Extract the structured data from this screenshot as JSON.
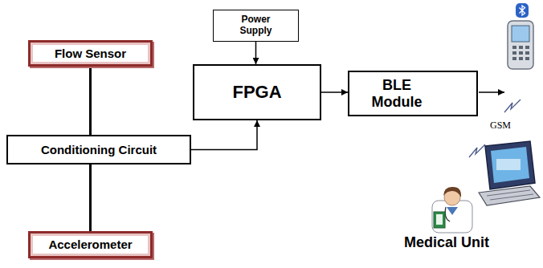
{
  "diagram": {
    "nodes": [
      {
        "text": [
          "Flow Sensor"
        ]
      },
      {
        "text": [
          "Conditioning Circuit"
        ]
      },
      {
        "text": [
          "Accelerometer"
        ]
      },
      {
        "text": [
          "Power Supply"
        ]
      },
      {
        "text": [
          "FPGA"
        ]
      },
      {
        "text": [
          "BLE Module"
        ]
      }
    ],
    "edges": [
      {
        "from": 0,
        "to": 1,
        "arrow": "none"
      },
      {
        "from": 2,
        "to": 1,
        "arrow": "none"
      },
      {
        "from": 1,
        "to": 4,
        "arrow": "to"
      },
      {
        "from": 3,
        "to": 4,
        "arrow": "to"
      },
      {
        "from": 4,
        "to": 5,
        "arrow": "to"
      }
    ],
    "labels": [
      "GSM",
      "Medical Unit"
    ]
  }
}
